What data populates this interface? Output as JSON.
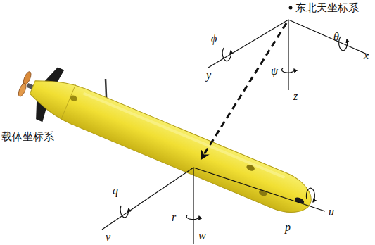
{
  "diagram": {
    "labels": [
      "东北天坐标系",
      "ϕ",
      "y",
      "ψ",
      "z",
      "θ",
      "x",
      "载体坐标系",
      "q",
      "v",
      "r",
      "w",
      "p",
      "u"
    ]
  }
}
